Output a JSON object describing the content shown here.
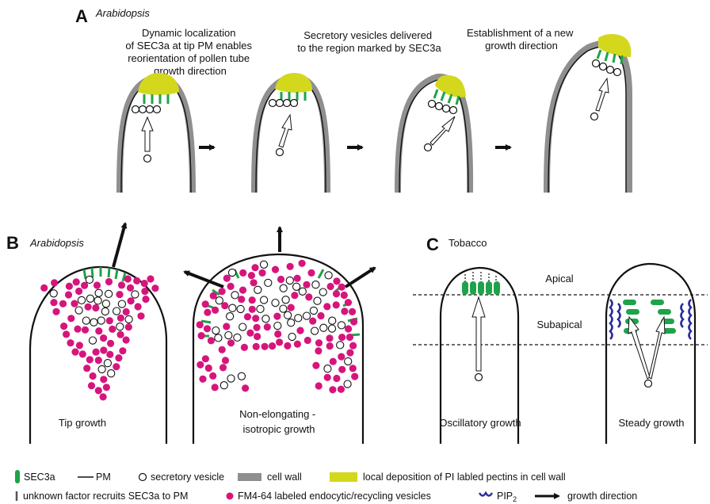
{
  "panel_a": {
    "letter": "A",
    "organism": "Arabidopsis",
    "caption_1": [
      "Dynamic localization",
      "of SEC3a at tip PM enables",
      "reorientation of pollen tube",
      "growth direction"
    ],
    "caption_2": [
      "Secretory vesicles delivered",
      "to the region marked by SEC3a"
    ],
    "caption_3": [
      "Establishment of a new",
      "growth direction"
    ]
  },
  "panel_b": {
    "letter": "B",
    "organism": "Arabidopsis",
    "label_tip": "Tip growth",
    "label_iso": [
      "Non-elongating -",
      "isotropic growth"
    ]
  },
  "panel_c": {
    "letter": "C",
    "organism": "Tobacco",
    "zone_apical": "Apical",
    "zone_subapical": "Subapical",
    "label_osc": "Oscillatory growth",
    "label_steady": "Steady growth"
  },
  "legend": {
    "sec3a": "SEC3a",
    "pm": "PM",
    "secretory_vesicle": "secretory vesicle",
    "cell_wall": "cell wall",
    "pectin": "local deposition of PI labled pectins in cell wall",
    "unknown_factor": "unknown factor  recruits SEC3a to PM",
    "fm4_64": "FM4-64 labeled endocytic/recycling vesicles",
    "pip2": "PIP",
    "pip2_sub": "2",
    "growth_direction": "growth direction"
  },
  "colors": {
    "sec3a_green": "#1fa34a",
    "pectin_yellow": "#d4d81c",
    "cell_wall_gray": "#8f8f8f",
    "fm4_64_magenta": "#d6157c",
    "pip2_blue": "#2c2c9c"
  }
}
